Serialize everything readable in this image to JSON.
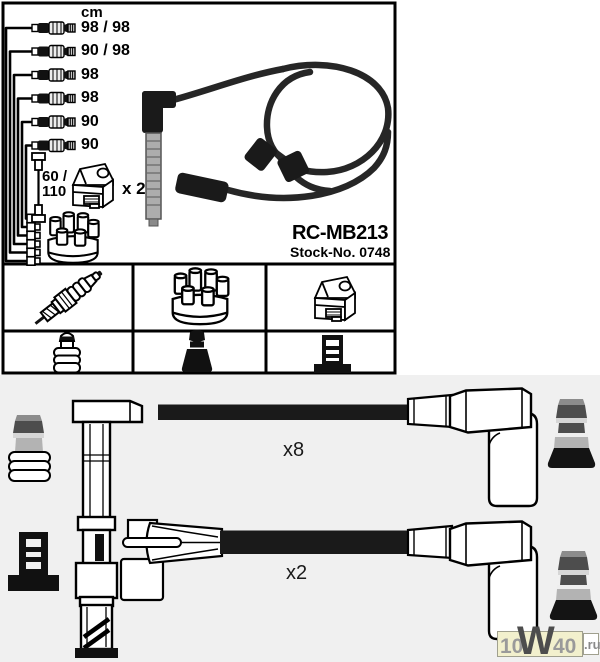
{
  "diagram": {
    "unit_header": "cm",
    "cable_lengths": [
      "98 / 98",
      "90 / 98",
      "98",
      "98",
      "90",
      "90"
    ],
    "coil_cable": {
      "length_line1": "60 /",
      "length_line2": "110",
      "quantity": "x 2"
    },
    "part_number": "RC-MB213",
    "stock_number": "Stock-No. 0748"
  },
  "assemblies": {
    "spark_plug_lead_quantity": "x8",
    "coil_lead_quantity": "x2"
  },
  "watermark": {
    "seg1": "10",
    "seg2": "W",
    "seg3": "40",
    "seg4": ".ru"
  },
  "icons": {
    "spark_plug": "spark-plug-icon",
    "distributor_cap": "distributor-cap-icon",
    "ignition_coil": "ignition-coil-icon",
    "ribbed_terminal": "ribbed-terminal-icon",
    "boot_terminal": "boot-terminal-icon",
    "bracket_terminal": "bracket-terminal-icon"
  },
  "colors": {
    "line": "#000000",
    "cable_black": "#1a1a1a",
    "lower_panel_bg": "#f0f0f0",
    "watermark_bg": "#f2f0cd",
    "watermark_text": "#9a9a9a",
    "watermark_w": "#4d4d4d",
    "metal_gray": "#b3b3b3"
  }
}
